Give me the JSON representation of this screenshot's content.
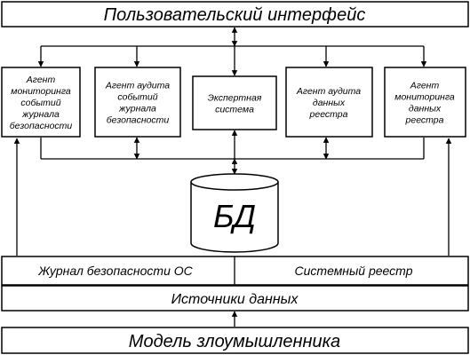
{
  "ui_title": "Пользовательский интерфейс",
  "agents": [
    {
      "id": "agent-mon-sec",
      "lines": [
        "Агент",
        "мониторинга",
        "событий",
        "журнала",
        "безопасности"
      ]
    },
    {
      "id": "agent-audit-sec",
      "lines": [
        "Агент аудита",
        "событий",
        "журнала",
        "безопасности"
      ]
    },
    {
      "id": "expert-system",
      "lines": [
        "Экспертная",
        "система"
      ]
    },
    {
      "id": "agent-audit-reg",
      "lines": [
        "Агент аудита",
        "данных",
        "реестра"
      ]
    },
    {
      "id": "agent-mon-reg",
      "lines": [
        "Агент",
        "мониторинга",
        "данных",
        "реестра"
      ]
    }
  ],
  "database_label": "БД",
  "sources": {
    "left": "Журнал безопасности ОС",
    "right": "Системный реестр"
  },
  "data_sources_label": "Источники данных",
  "attacker_model_label": "Модель злоумышленника"
}
